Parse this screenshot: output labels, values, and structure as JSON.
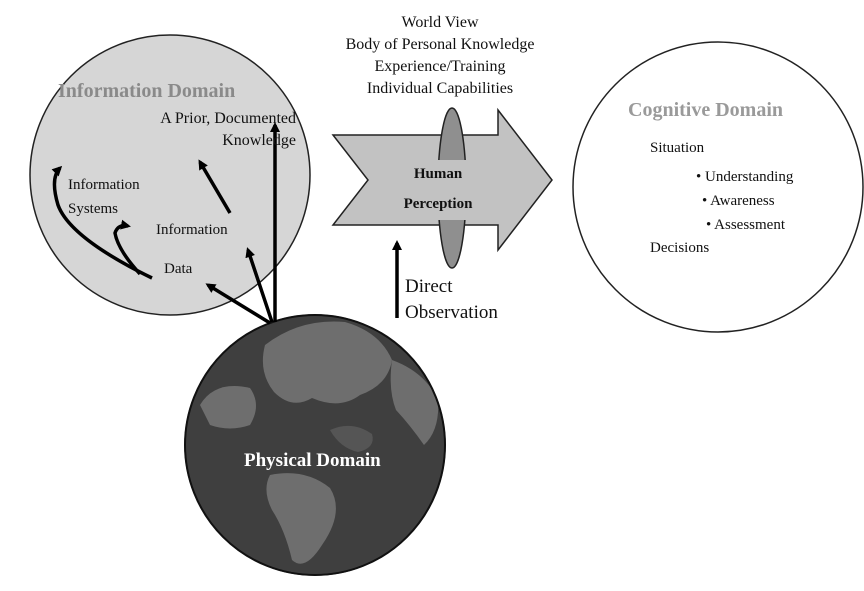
{
  "colors": {
    "information_domain_fill": "#d6d6d6",
    "cognitive_domain_fill": "#ffffff",
    "arrow_fill": "#c2c2c2",
    "lens_fill": "#8f8f8f",
    "globe_ocean": "#3f3f3f",
    "globe_land": "#6e6e6e"
  },
  "information_domain": {
    "title": "Information Domain",
    "prior_knowledge": [
      "A Prior, Documented",
      "Knowledge"
    ],
    "information_systems": [
      "Information",
      "Systems"
    ],
    "information": "Information",
    "data": "Data"
  },
  "world_view": [
    "World View",
    "Body of Personal Knowledge",
    "Experience/Training",
    "Individual Capabilities"
  ],
  "human_perception": [
    "Human",
    "Perception"
  ],
  "direct_observation": [
    "Direct",
    "Observation"
  ],
  "physical_domain": {
    "title": "Physical Domain"
  },
  "cognitive_domain": {
    "title": "Cognitive Domain",
    "situation": "Situation",
    "bullets": [
      "• Understanding",
      "• Awareness",
      "• Assessment"
    ],
    "decisions": "Decisions"
  }
}
